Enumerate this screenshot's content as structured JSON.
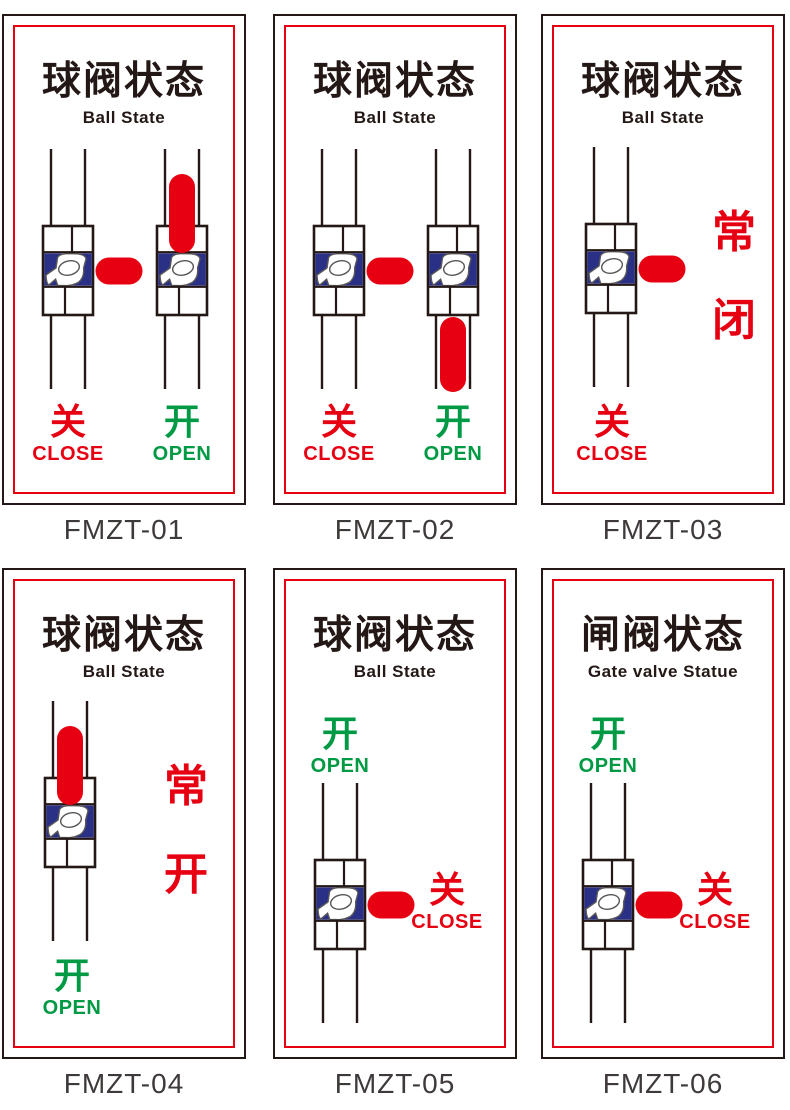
{
  "colors": {
    "red": "#e60012",
    "green": "#009944",
    "navy": "#2b3087",
    "ink": "#231815",
    "glyph_gray": "#595757",
    "code_text": "#3e3a39",
    "background": "#ffffff"
  },
  "cards": [
    {
      "code": "FMZT-01",
      "title": "球阀状态",
      "subtitle": "Ball State",
      "left_valve": {
        "handle": "right-horizontal",
        "meaning": "closed"
      },
      "right_valve": {
        "handle": "top-vertical",
        "meaning": "open"
      },
      "left_state_zh": "关",
      "left_state_en": "CLOSE",
      "right_state_zh": "开",
      "right_state_en": "OPEN"
    },
    {
      "code": "FMZT-02",
      "title": "球阀状态",
      "subtitle": "Ball State",
      "left_valve": {
        "handle": "right-horizontal",
        "meaning": "closed"
      },
      "right_valve": {
        "handle": "bottom-vertical",
        "meaning": "open"
      },
      "left_state_zh": "关",
      "left_state_en": "CLOSE",
      "right_state_zh": "开",
      "right_state_en": "OPEN"
    },
    {
      "code": "FMZT-03",
      "title": "球阀状态",
      "subtitle": "Ball State",
      "valve": {
        "handle": "right-horizontal",
        "meaning": "closed"
      },
      "side_char_1": "常",
      "side_char_2": "闭",
      "state_zh": "关",
      "state_en": "CLOSE"
    },
    {
      "code": "FMZT-04",
      "title": "球阀状态",
      "subtitle": "Ball State",
      "valve": {
        "handle": "top-vertical",
        "meaning": "open"
      },
      "side_char_1": "常",
      "side_char_2": "开",
      "state_zh": "开",
      "state_en": "OPEN"
    },
    {
      "code": "FMZT-05",
      "title": "球阀状态",
      "subtitle": "Ball State",
      "valve": {
        "handle": "right-horizontal",
        "meaning": "closed"
      },
      "top_state_zh": "开",
      "top_state_en": "OPEN",
      "side_state_zh": "关",
      "side_state_en": "CLOSE"
    },
    {
      "code": "FMZT-06",
      "title": "闸阀状态",
      "subtitle": "Gate valve Statue",
      "valve": {
        "handle": "right-horizontal",
        "meaning": "closed"
      },
      "top_state_zh": "开",
      "top_state_en": "OPEN",
      "side_state_zh": "关",
      "side_state_en": "CLOSE"
    }
  ]
}
